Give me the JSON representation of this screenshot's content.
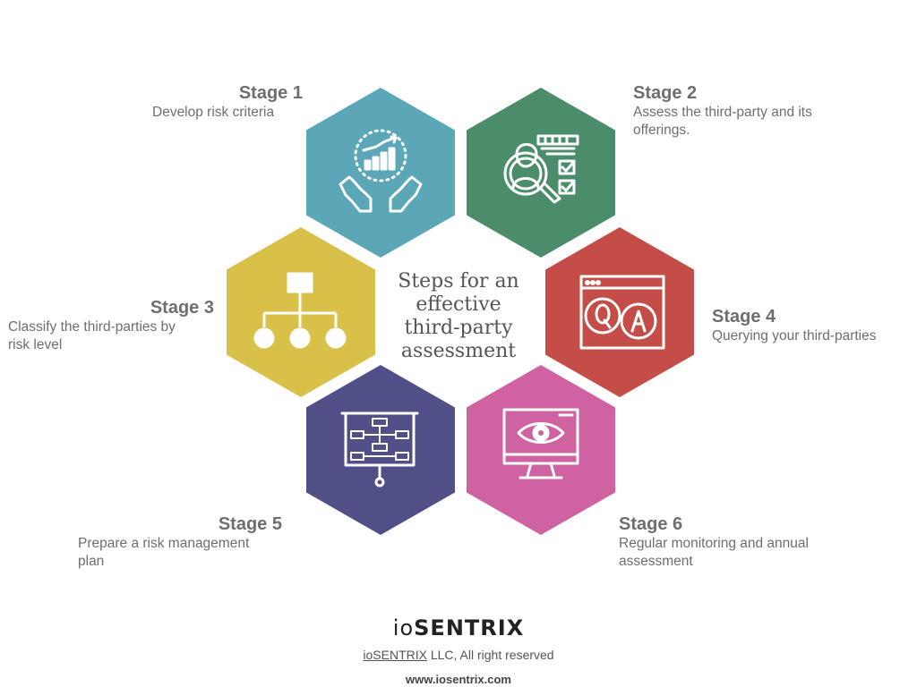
{
  "center_title": [
    "Steps for an",
    "effective",
    "third-party",
    "assessment"
  ],
  "stages": [
    {
      "title": "Stage 1",
      "desc": [
        "Develop risk criteria"
      ],
      "color": "#5ba7b8",
      "icon": "hands-growth-chart-icon"
    },
    {
      "title": "Stage 2",
      "desc": [
        "Assess the third-party and its",
        "offerings."
      ],
      "color": "#4b8d6b",
      "icon": "person-magnifier-checklist-icon"
    },
    {
      "title": "Stage 3",
      "desc": [
        "Classify the third-parties by",
        "risk level"
      ],
      "color": "#d9c049",
      "icon": "hierarchy-icon"
    },
    {
      "title": "Stage 4",
      "desc": [
        "Querying your third-parties"
      ],
      "color": "#c54d47",
      "icon": "qa-window-icon"
    },
    {
      "title": "Stage 5",
      "desc": [
        "Prepare a risk management",
        "plan"
      ],
      "color": "#514f87",
      "icon": "flowchart-board-icon"
    },
    {
      "title": "Stage 6",
      "desc": [
        "Regular monitoring and annual",
        "assessment"
      ],
      "color": "#cf62a0",
      "icon": "monitor-eye-icon"
    }
  ],
  "brand": {
    "logo_io": "io",
    "logo_sentrix": "SENTRIX",
    "copyright_link": "ioSENTRIX",
    "copyright_rest": " LLC, All right reserved",
    "url": "www.iosentrix.com"
  }
}
